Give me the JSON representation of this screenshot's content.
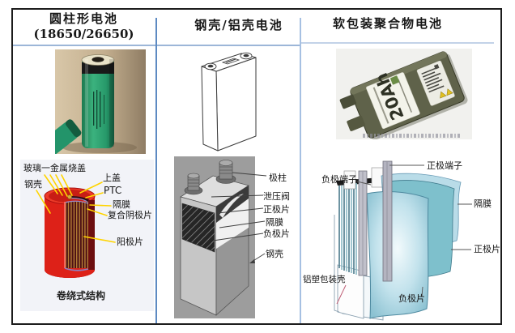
{
  "frame": {
    "border_color": "#1c1c1c",
    "divider1_color": "#5d8ac2",
    "divider2_color": "#a6c0e2",
    "underline_color": "#9cb6d8"
  },
  "col1": {
    "title_line1": "圆柱形电池",
    "title_line2": "(18650/26650)",
    "caption": "卷绕式结构",
    "labels": {
      "glass_metal_seal": "玻璃一金属烧盖",
      "steel_shell": "钢壳",
      "top_cover": "上盖",
      "ptc": "PTC",
      "separator": "隔膜",
      "composite_cathode": "复合阴极片",
      "anode": "阳极片"
    }
  },
  "col2": {
    "title": "钢壳/铝壳电池",
    "labels": {
      "terminal_post": "极柱",
      "relief_valve": "泄压阀",
      "positive_sheet": "正极片",
      "separator": "隔膜",
      "negative_sheet": "负极片",
      "steel_shell": "钢壳"
    }
  },
  "col3": {
    "title": "软包装聚合物电池",
    "photo_capacity": "20Ah",
    "labels": {
      "positive_terminal": "正极端子",
      "negative_terminal": "负极端子",
      "separator": "隔膜",
      "positive_sheet": "正极片",
      "negative_sheet": "负极片",
      "al_plastic_case": "铝塑包装壳"
    }
  }
}
